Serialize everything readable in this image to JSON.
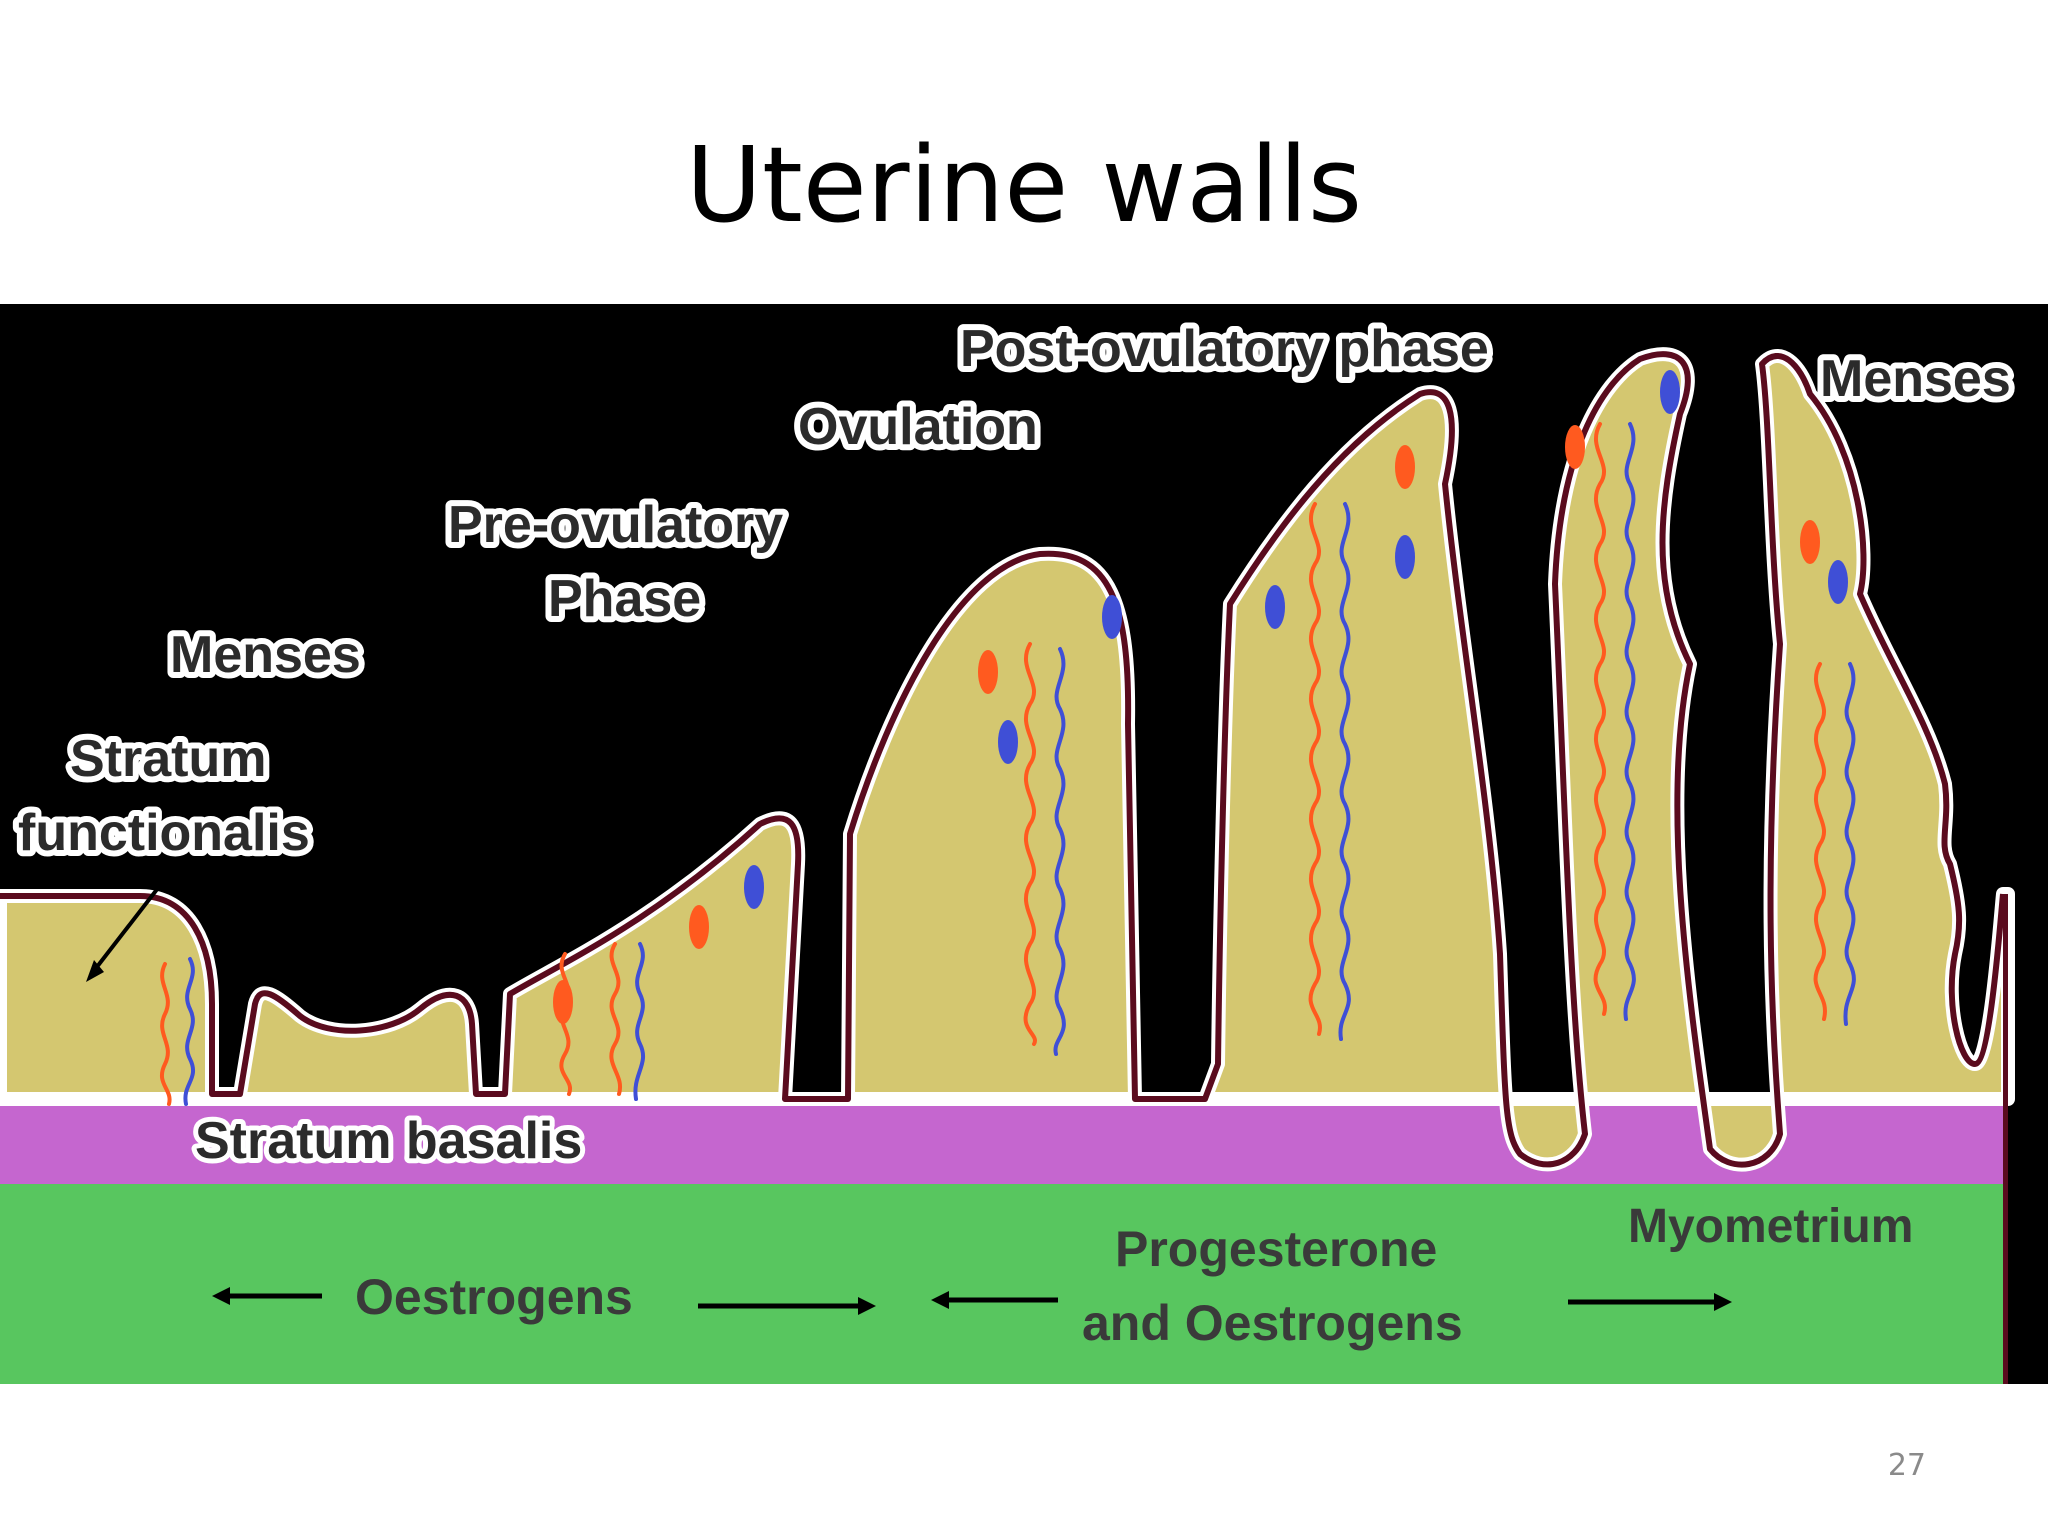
{
  "slide": {
    "title": "Uterine walls",
    "page_number": "27"
  },
  "colors": {
    "background": "#000000",
    "stratum_functionalis": "#d4c770",
    "stratum_basalis": "#c566cf",
    "myometrium": "#58c65f",
    "outline": "#5a0b1e",
    "artery": "#ff5a1f",
    "vein": "#3f4fd6"
  },
  "labels": {
    "stratum_functionalis": [
      "Stratum",
      "functionalis"
    ],
    "menses_early": "Menses",
    "pre_ovulatory": [
      "Pre-ovulatory",
      "Phase"
    ],
    "ovulation": "Ovulation",
    "post_ovulatory": "Post-ovulatory phase",
    "menses_late": "Menses",
    "stratum_basalis": "Stratum basalis",
    "myometrium": "Myometrium",
    "oestrogens": "Oestrogens",
    "progesterone": [
      "Progesterone",
      "and Oestrogens"
    ]
  }
}
